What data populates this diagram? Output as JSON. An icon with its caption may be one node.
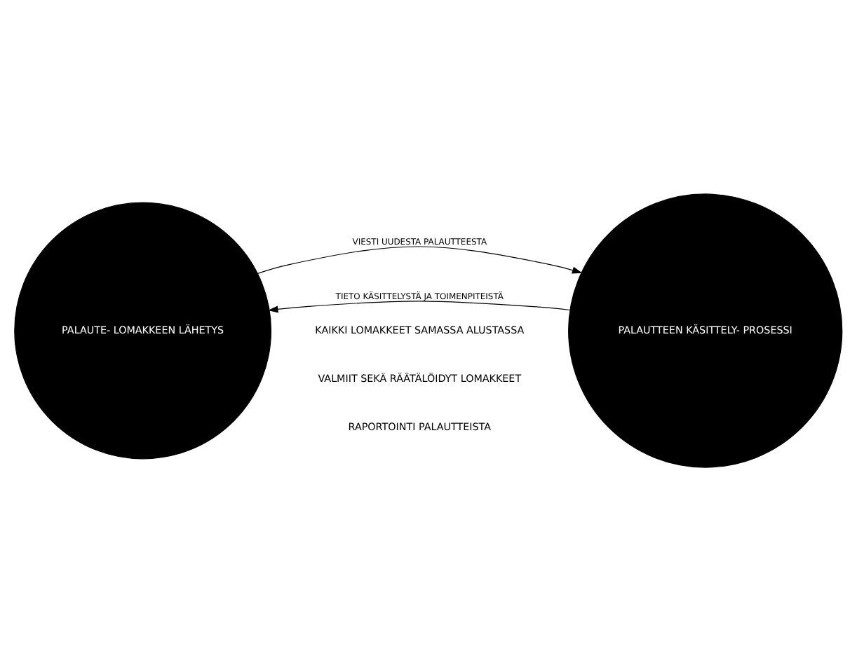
{
  "diagram": {
    "nodes": [
      {
        "text": [
          "PALAUTE- LOMAKKEEN LÄHETYS"
        ]
      },
      {
        "text": [
          "PALAUTTEEN KÄSITTELY- PROSESSI"
        ]
      }
    ],
    "edges": [
      {
        "from": 0,
        "to": 1,
        "arrow": "to",
        "label": "VIESTI UUDESTA PALAUTTEESTA"
      },
      {
        "from": 1,
        "to": 0,
        "arrow": "to",
        "label": "TIETO KÄSITTELYSTÄ JA TOIMENPITEISTÄ"
      }
    ],
    "labels": [
      "KAIKKI LOMAKKEET SAMASSA ALUSTASSA",
      "VALMIIT SEKÄ RÄÄTÄLÖIDYT LOMAKKEET",
      "RAPORTOINTI PALAUTTEISTA"
    ]
  }
}
